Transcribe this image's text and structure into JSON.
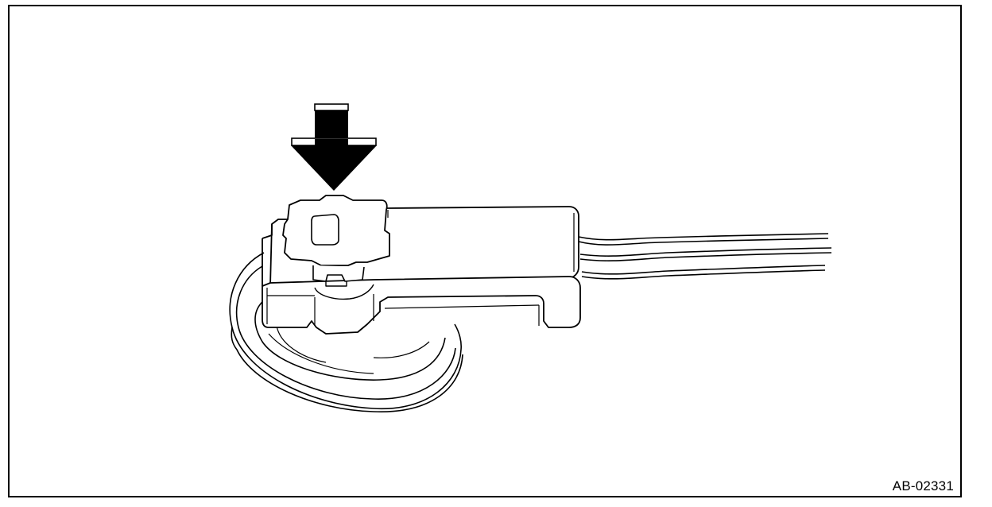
{
  "figure": {
    "id_label": "AB-02331",
    "line_color": "#000000",
    "background_color": "#ffffff",
    "parts": {
      "arrow": "press-down-arrow-icon",
      "sensor_body": "sensor-housing",
      "clip": "locking-clip",
      "base": "round-mounting-base",
      "wires": "wire-harness"
    }
  }
}
